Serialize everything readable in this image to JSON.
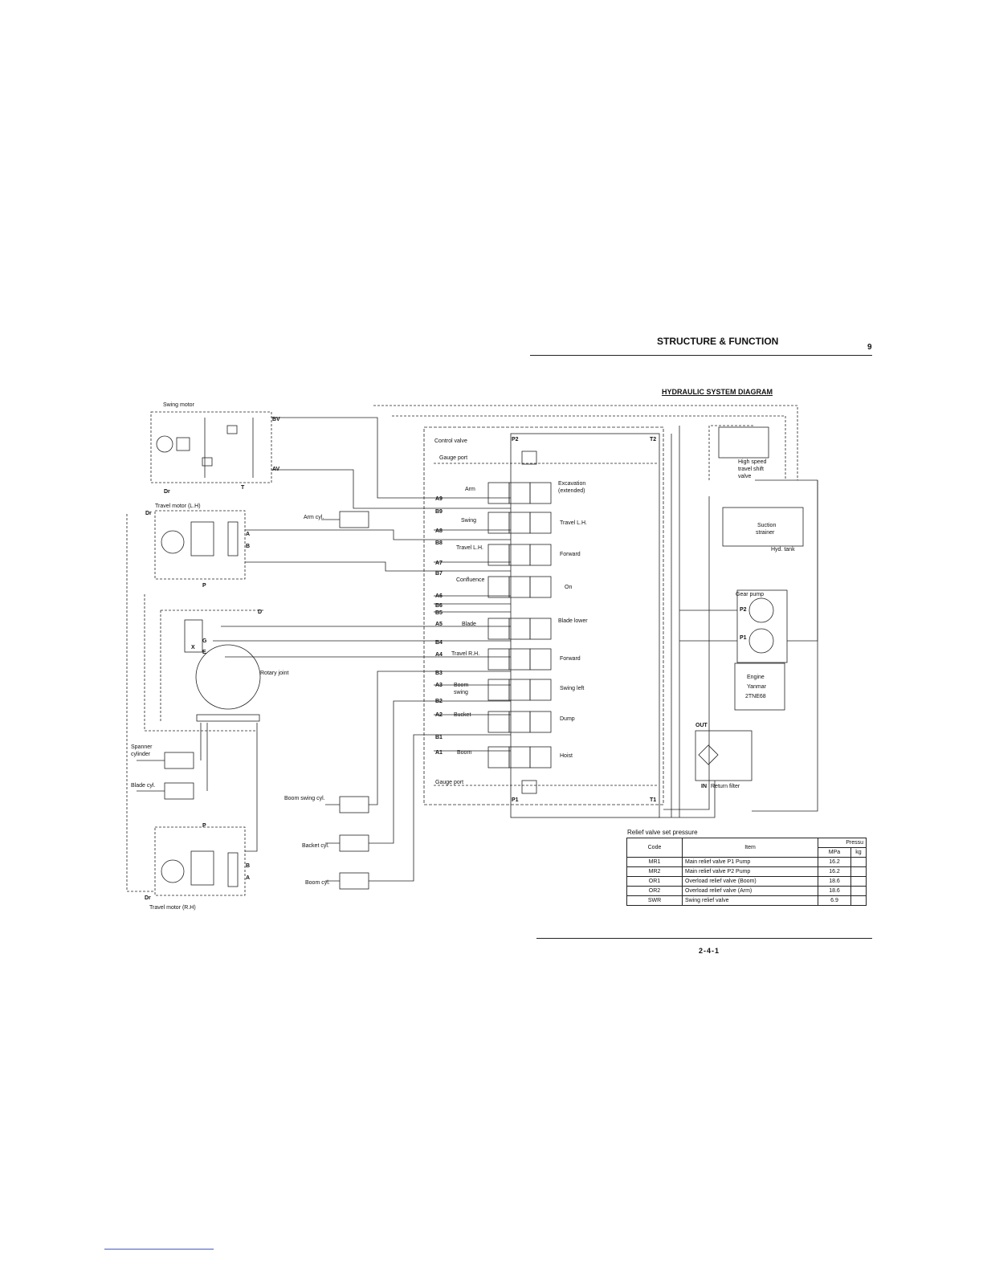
{
  "header": {
    "section_title": "STRUCTURE & FUNCTION",
    "page_number": "9"
  },
  "diagram": {
    "title": "HYDRAULIC SYSTEM DIAGRAM",
    "labels": {
      "swing_motor": "Swing motor",
      "travel_motor_lh": "Travel motor (L.H)",
      "travel_motor_rh": "Travel motor (R.H)",
      "arm_cyl": "Arm cyl.",
      "rotary_joint": "Rotary joint",
      "spanner_cylinder_1": "Spanner",
      "spanner_cylinder_2": "cylinder",
      "blade_cyl": "Blade cyl.",
      "boom_swing_cyl": "Boom swing cyl.",
      "backet_cyl": "Backet cyl.",
      "boom_cyl": "Boom cyl.",
      "control_valve": "Control valve",
      "gauge_port_top": "Gauge port",
      "gauge_port_bottom": "Gauge port",
      "high_speed_1": "High speed",
      "high_speed_2": "travel shift",
      "high_speed_3": "valve",
      "suction_1": "Suction",
      "suction_2": "strainer",
      "hyd_tank": "Hyd. tank",
      "gear_pump": "Gear pump",
      "engine_1": "Engine",
      "engine_2": "Yanmar",
      "engine_3": "2TNE68",
      "return_filter": "Return filter",
      "out": "OUT",
      "in": "IN"
    },
    "ports": {
      "bv": "BV",
      "av": "AV",
      "dr1": "Dr",
      "t_swing": "T",
      "dr2": "Dr",
      "dr3": "Dr",
      "p_lh": "P",
      "p_rh": "P",
      "a_lh": "A",
      "b_lh": "B",
      "a_rh": "A",
      "b_rh": "B",
      "d": "D",
      "g": "G",
      "e": "E",
      "x": "X",
      "p2": "P2",
      "t2": "T2",
      "p1": "P1",
      "t1": "T1",
      "pump_p2": "P2",
      "pump_p1": "P1",
      "a9": "A9",
      "b9": "B9",
      "a8": "A8",
      "b8": "B8",
      "a7": "A7",
      "b7": "B7",
      "a6": "A6",
      "b6": "B6",
      "b5": "B5",
      "a5": "A5",
      "b4": "B4",
      "a4": "A4",
      "b3": "B3",
      "a3": "A3",
      "b2": "B2",
      "a2": "A2",
      "b1": "B1",
      "a1": "A1"
    },
    "spools": [
      {
        "name": "Arm",
        "action_1": "Excavation",
        "action_2": "(extended)"
      },
      {
        "name": "Swing",
        "action_1": "Travel L.H.",
        "action_2": ""
      },
      {
        "name": "Travel L.H.",
        "action_1": "Forward",
        "action_2": ""
      },
      {
        "name": "Confluence",
        "action_1": "On",
        "action_2": ""
      },
      {
        "name": "Blade",
        "action_1": "Blade lower",
        "action_2": ""
      },
      {
        "name": "Travel R.H.",
        "action_1": "Forward",
        "action_2": ""
      },
      {
        "name": "Boom",
        "name_2": "swing",
        "action_1": "Swing left",
        "action_2": ""
      },
      {
        "name": "Bucket",
        "action_1": "Dump",
        "action_2": ""
      },
      {
        "name": "Boom",
        "action_1": "Hoist",
        "action_2": ""
      }
    ]
  },
  "relief_table": {
    "title": "Relief valve set pressure",
    "headers": {
      "code": "Code",
      "item": "Item",
      "pressure": "Pressu",
      "mpa": "MPa",
      "kg": "kg"
    },
    "rows": [
      {
        "code": "MR1",
        "item": "Main relief valve P1 Pump",
        "mpa": "16.2"
      },
      {
        "code": "MR2",
        "item": "Main relief valve P2 Pump",
        "mpa": "16.2"
      },
      {
        "code": "OR1",
        "item": "Overload relief valve (Boom)",
        "mpa": "18.6"
      },
      {
        "code": "OR2",
        "item": "Overload relief valve (Arm)",
        "mpa": "18.6"
      },
      {
        "code": "SWR",
        "item": "Swing relief valve",
        "mpa": "6.9"
      }
    ]
  },
  "footer": {
    "page_ref": "2-4-1"
  }
}
